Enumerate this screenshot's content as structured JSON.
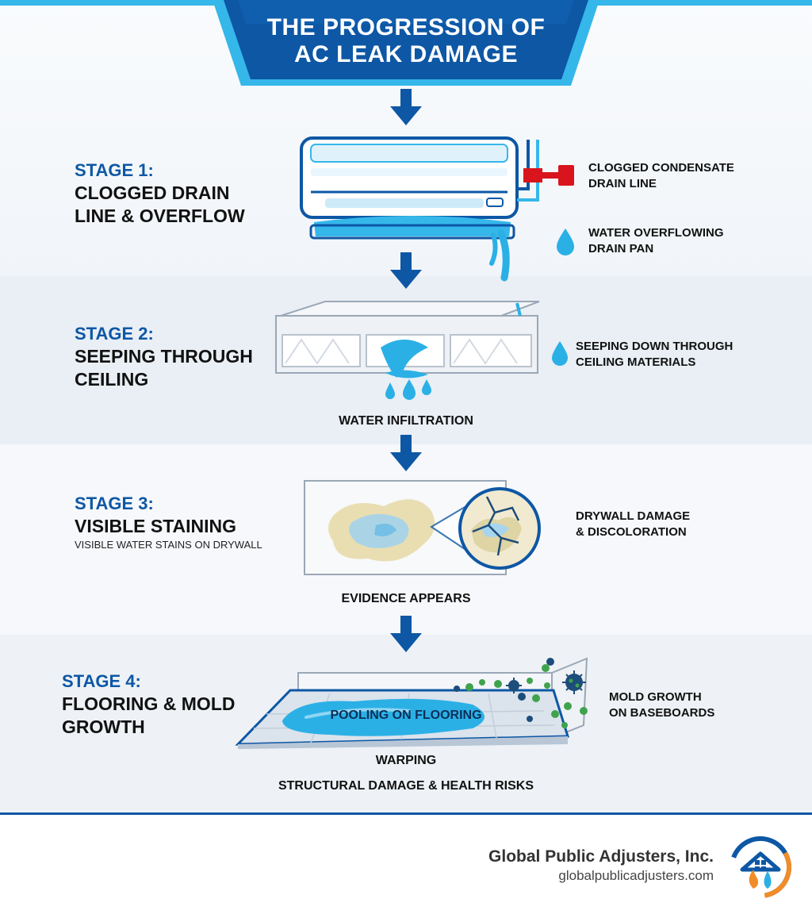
{
  "header": {
    "title": "THE PROGRESSION OF AC LEAK DAMAGE"
  },
  "stages": [
    {
      "label": "STAGE 1:",
      "title": "CLOGGED DRAIN LINE & OVERFLOW",
      "subtitle": "",
      "callouts": [
        "CLOGGED CONDENSATE\nDRAIN LINE",
        "WATER OVERFLOWING\nDRAIN PAN"
      ],
      "caption": ""
    },
    {
      "label": "STAGE 2:",
      "title": "SEEPING THROUGH CEILING",
      "subtitle": "",
      "callouts": [
        "SEEPING DOWN THROUGH\nCEILING MATERIALS"
      ],
      "caption": "WATER INFILTRATION"
    },
    {
      "label": "STAGE 3:",
      "title": "VISIBLE STAINING",
      "subtitle": "VISIBLE WATER STAINS ON DRYWALL",
      "callouts": [
        "DRYWALL DAMAGE\n& DISCOLORATION"
      ],
      "caption": "EVIDENCE APPEARS"
    },
    {
      "label": "STAGE 4:",
      "title": "FLOORING & MOLD GROWTH",
      "subtitle": "",
      "callouts": [
        "MOLD GROWTH\nON BASEBOARDS"
      ],
      "inner_label": "POOLING ON FLOORING",
      "caption": "WARPING",
      "caption2": "STRUCTURAL DAMAGE & HEALTH RISKS"
    }
  ],
  "footer": {
    "company": "Global Public Adjusters, Inc.",
    "url": "globalpublicadjusters.com"
  },
  "colors": {
    "primary_blue": "#0d57a5",
    "accent_cyan": "#35b7ea",
    "water": "#2bb0e6",
    "clog_red": "#d9141c",
    "mold_green": "#3fa34d",
    "mold_navy": "#1d4d7a"
  }
}
